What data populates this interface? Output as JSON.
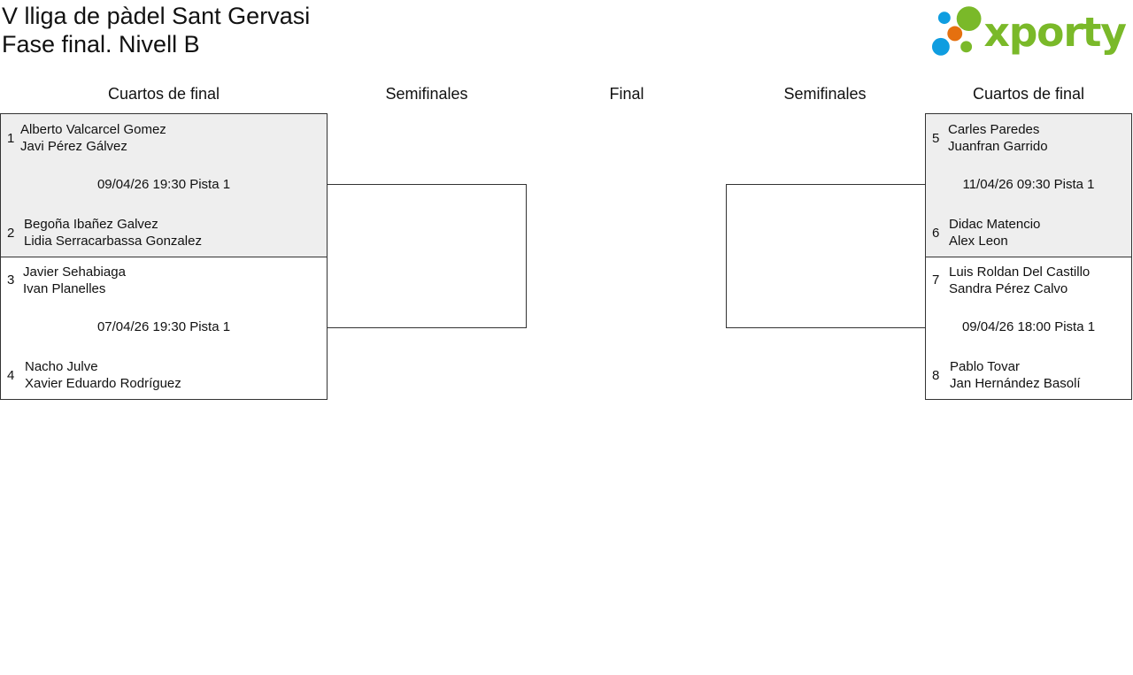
{
  "title": {
    "line1": "V lliga de pàdel Sant Gervasi",
    "line2": "Fase final. Nivell B"
  },
  "logo": {
    "text": "xporty",
    "colors": {
      "green": "#7ab929",
      "blue": "#0f9de0",
      "orange": "#e5700f"
    }
  },
  "rounds": [
    "Cuartos de final",
    "Semifinales",
    "Final",
    "Semifinales",
    "Cuartos de final"
  ],
  "matches": [
    {
      "top": {
        "seed": "1",
        "p1": "Alberto Valcarcel Gomez",
        "p2": "Javi Pérez Gálvez"
      },
      "info": "09/04/26 19:30 Pista 1",
      "bottom": {
        "seed": "2",
        "p1": "Begoña Ibañez Galvez",
        "p2": "Lidia Serracarbassa Gonzalez"
      }
    },
    {
      "top": {
        "seed": "3",
        "p1": "Javier Sehabiaga",
        "p2": "Ivan Planelles"
      },
      "info": "07/04/26 19:30 Pista 1",
      "bottom": {
        "seed": "4",
        "p1": "Nacho Julve",
        "p2": "Xavier Eduardo Rodríguez"
      }
    },
    {
      "top": {
        "seed": "5",
        "p1": "Carles Paredes",
        "p2": "Juanfran Garrido"
      },
      "info": "11/04/26 09:30 Pista 1",
      "bottom": {
        "seed": "6",
        "p1": "Didac Matencio",
        "p2": "Alex Leon"
      }
    },
    {
      "top": {
        "seed": "7",
        "p1": "Luis Roldan Del Castillo",
        "p2": "Sandra Pérez Calvo"
      },
      "info": "09/04/26 18:00 Pista 1",
      "bottom": {
        "seed": "8",
        "p1": "Pablo Tovar",
        "p2": "Jan Hernández Basolí"
      }
    }
  ]
}
